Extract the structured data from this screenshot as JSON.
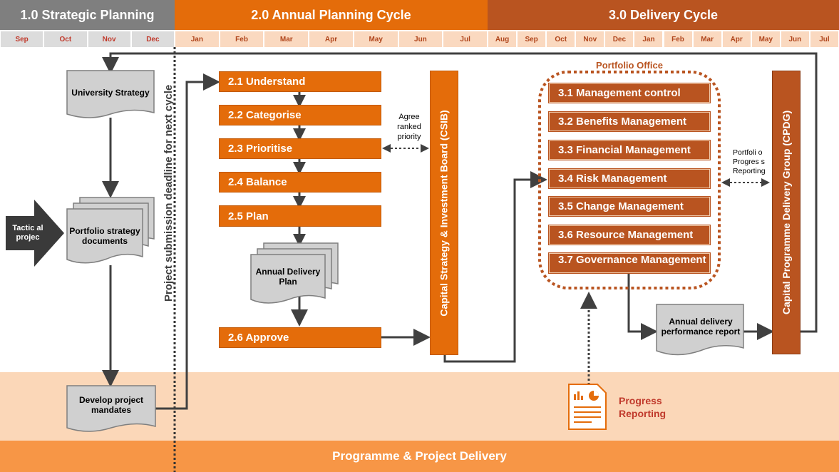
{
  "phases": [
    {
      "label": "1.0 Strategic Planning",
      "color": "#7f7f7f"
    },
    {
      "label": "2.0 Annual Planning Cycle",
      "color": "#e46c0a"
    },
    {
      "label": "3.0 Delivery Cycle",
      "color": "#b95420"
    }
  ],
  "months": {
    "p1": [
      "Sep",
      "Oct",
      "Nov",
      "Dec"
    ],
    "p2": [
      "Jan",
      "Feb",
      "Mar",
      "Apr",
      "May",
      "Jun",
      "Jul"
    ],
    "p3": [
      "Aug",
      "Sep",
      "Oct",
      "Nov",
      "Dec",
      "Jan",
      "Feb",
      "Mar",
      "Apr",
      "May",
      "Jun",
      "Jul"
    ]
  },
  "strategic": {
    "university_strategy": "University Strategy",
    "tactical_projects": "Tactic al projec",
    "portfolio_docs": "Portfolio strategy documents",
    "develop_mandates": "Develop project mandates",
    "deadline": "Project submission deadline for next cycle"
  },
  "annual": {
    "steps": [
      "2.1 Understand",
      "2.2 Categorise",
      "2.3 Prioritise",
      "2.4 Balance",
      "2.5 Plan"
    ],
    "delivery_plan": "Annual Delivery Plan",
    "approve": "2.6 Approve",
    "agree_note": "Agree ranked priority",
    "csib": "Capital Strategy & Investment Board (CSIB)"
  },
  "delivery": {
    "portfolio_office": "Portfolio Office",
    "functions": [
      "3.1 Management control",
      "3.2 Benefits Management",
      "3.3 Financial Management",
      "3.4 Risk Management",
      "3.5 Change Management",
      "3.6 Resource Management",
      "3.7 Governance Management"
    ],
    "portfolio_note": "Portfoli o Progres s Reporting",
    "performance_report": "Annual delivery performance report",
    "cpdg": "Capital Programme Delivery Group (CPDG)",
    "progress_reporting": "Progress Reporting"
  },
  "footer": "Programme & Project Delivery"
}
